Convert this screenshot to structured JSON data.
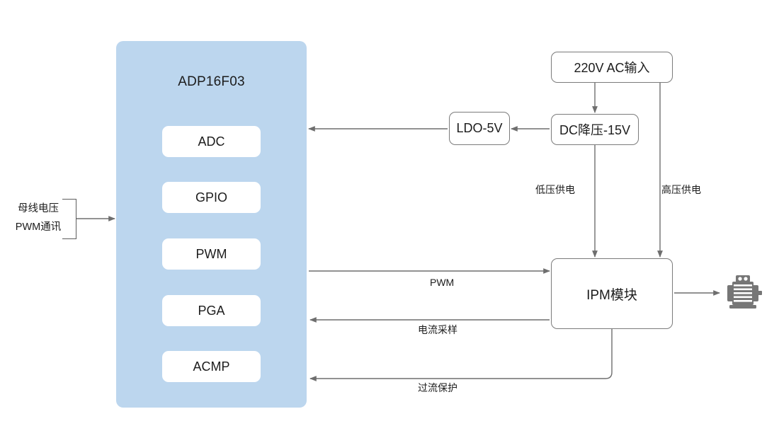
{
  "diagram": {
    "title": "ADP16F03 motor drive system block diagram",
    "colors": {
      "panel_fill": "#bcd6ee",
      "block_fill": "#ffffff",
      "stroke": "#7b7b7b",
      "wire": "#6e6e6e",
      "text": "#1c1c1c",
      "motor_icon": "#767676"
    }
  },
  "mcu": {
    "title": "ADP16F03",
    "peripherals": [
      {
        "label": "ADC"
      },
      {
        "label": "GPIO"
      },
      {
        "label": "PWM"
      },
      {
        "label": "PGA"
      },
      {
        "label": "ACMP"
      }
    ]
  },
  "blocks": {
    "ac_input": "220V AC输入",
    "dc_buck": "DC降压-15V",
    "ldo": "LDO-5V",
    "ipm": "IPM模块"
  },
  "input_label": {
    "line1": "母线电压",
    "line2": "PWM通讯"
  },
  "edges": {
    "pwm": "PWM",
    "current_sample": "电流采样",
    "overcurrent_protect": "过流保护",
    "low_voltage_supply": "低压供电",
    "high_voltage_supply": "高压供电"
  },
  "icons": {
    "motor": "motor-icon"
  }
}
